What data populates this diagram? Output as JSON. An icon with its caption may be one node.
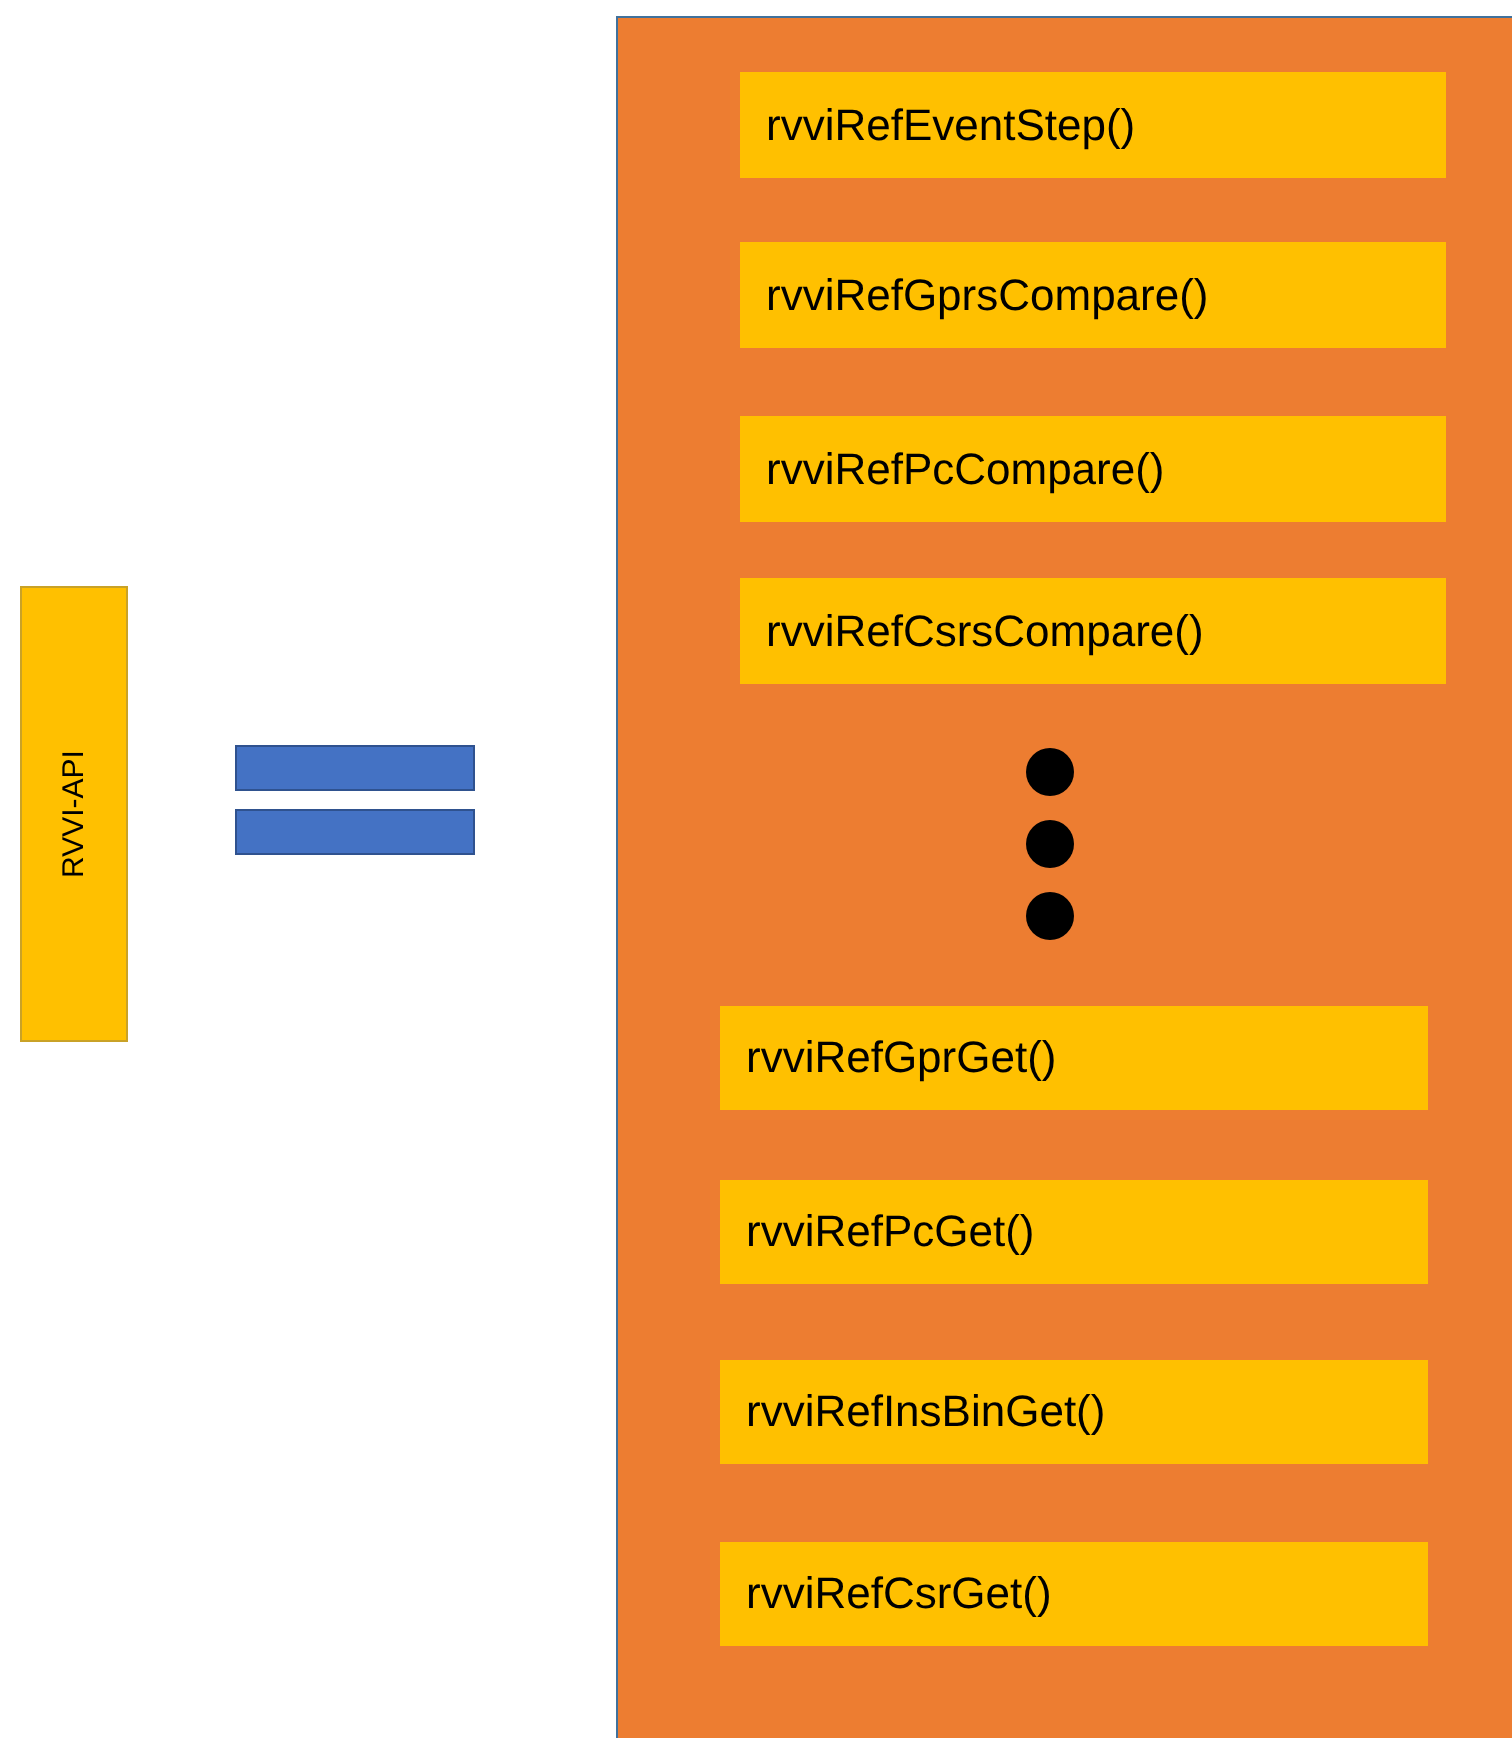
{
  "diagram": {
    "nodes": [
      {
        "text": [
          "RVVI-API"
        ]
      },
      {
        "text": [],
        "shape": "box"
      },
      {
        "text": [
          "rvviRefEventStep()"
        ],
        "in": 1
      },
      {
        "text": [
          "rvviRefGprsCompare()"
        ],
        "in": 1
      },
      {
        "text": [
          "rvviRefPcCompare()"
        ],
        "in": 1
      },
      {
        "text": [
          "rvviRefCsrsCompare()"
        ],
        "in": 1
      },
      {
        "text": [
          "rvviRefGprGet()"
        ],
        "in": 1
      },
      {
        "text": [
          "rvviRefPcGet()"
        ],
        "in": 1
      },
      {
        "text": [
          "rvviRefInsBinGet()"
        ],
        "in": 1
      },
      {
        "text": [
          "rvviRefCsrGet()"
        ],
        "in": 1
      }
    ],
    "edges": []
  }
}
